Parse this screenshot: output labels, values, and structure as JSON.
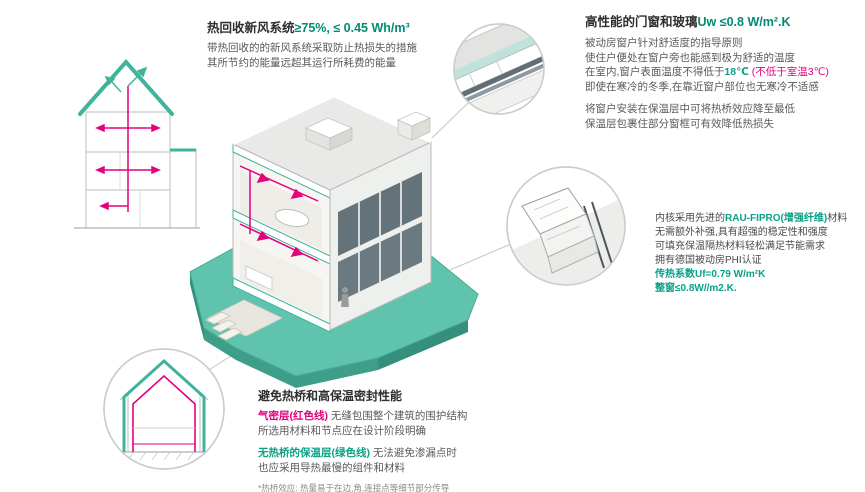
{
  "palette": {
    "accent_green": "#0aa186",
    "heading_value_green": "#008c74",
    "accent_red": "#e5007d",
    "ground_teal": "#5fc3ae",
    "text_dark": "#2e2e2e",
    "text_body": "#5a5a5a",
    "line_gray": "#c6c6c6"
  },
  "blocks": {
    "fresh_air": {
      "title_zh": "热回收新风系统",
      "title_value": "≥75%, ≤ 0.45 Wh/m³",
      "body1": "带热回收的的新风系统采取防止热损失的措施",
      "body2": "其所节约的能量远超其运行所耗费的能量"
    },
    "windows": {
      "title_zh": "高性能的门窗和玻璃",
      "title_value": "Uw ≤0.8 W/m².K",
      "p1_l1": "被动房窗户针对舒适度的指导原则",
      "p1_l2": "使住户便处在窗户旁也能感到极为舒适的温度",
      "p1_l3_pre": "在室内,窗户表面温度不得低于",
      "p1_l3_temp": "18℃",
      "p1_l3_note": " (不低于室温3℃)",
      "p1_l4": "即使在寒冷的冬季,在靠近窗户部位也无寒冷不适感",
      "p2_l1": "将窗户安装在保温层中可将热桥效应降至最低",
      "p2_l2": "保温层包裹住部分窗框可有效降低热损失"
    },
    "profile": {
      "l1_pre": "内核采用先进的",
      "l1_green": "RAU-FIPRO(增强纤维)",
      "l1_post": "材料",
      "l2": "无需额外补强,具有超强的稳定性和强度",
      "l3": "可填充保温隔热材料轻松满足节能需求",
      "l4": "拥有德国被动房PHI认证",
      "l5": "传热系数Uf=0.79 W/m²K",
      "l6": "整窗≤0.8W//m2.K."
    },
    "thermal": {
      "title": "避免热桥和高保温密封性能",
      "airtight_label": "气密层(红色线)",
      "airtight_text": " 无缝包围整个建筑的围护结构",
      "l2": "所选用材料和节点应在设计阶段明确",
      "insulation_label": "无热桥的保温层(绿色线)",
      "insulation_text": " 无法避免渗漏点时",
      "l4": "也应采用导热最慢的组件和材料",
      "footnote": "*热桥效应: 热量易于在边,角,连接点等细节部分传导"
    }
  },
  "illustrations": {
    "ventilation_section": "house-cross-section-with-heat-recovery-ventilation",
    "iso_house": "isometric-passive-house-cutaway-on-teal-ground",
    "window_corner_detail": "window-installation-corner-detail",
    "window_profile_detail": "window-frame-profile-cross-section",
    "thermal_section_detail": "airtight-red-line-and-insulation-green-line-section"
  }
}
